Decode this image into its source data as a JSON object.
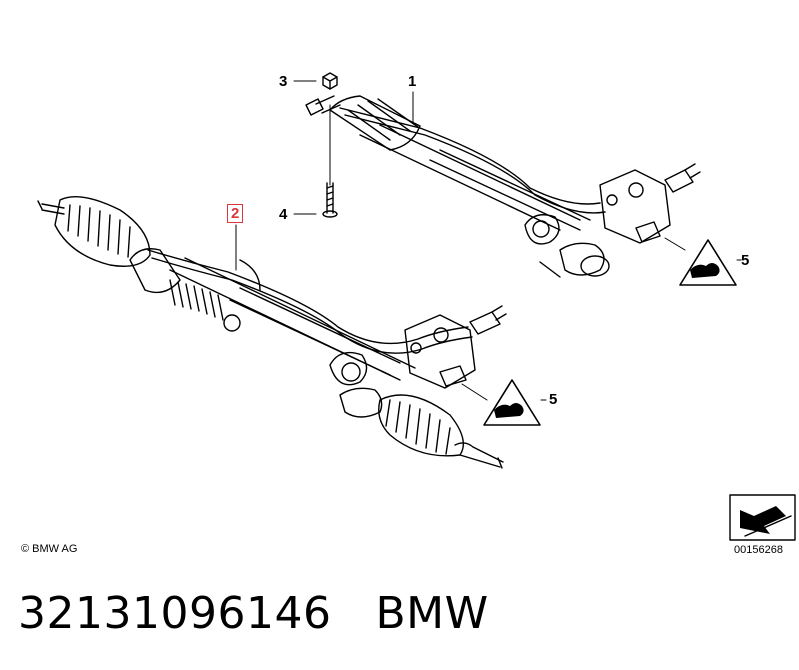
{
  "callouts": {
    "part_1": "1",
    "part_2": "2",
    "part_3": "3",
    "part_4": "4",
    "part_5_upper": "5",
    "part_5_lower": "5"
  },
  "copyright": "© BMW AG",
  "reference_number": "00156268",
  "part_number": "32131096146",
  "brand": "BMW",
  "colors": {
    "highlight": "#d9363e",
    "line": "#000000",
    "background": "#ffffff"
  },
  "icons": [
    "hand-caution-icon",
    "view-arrow-icon"
  ]
}
